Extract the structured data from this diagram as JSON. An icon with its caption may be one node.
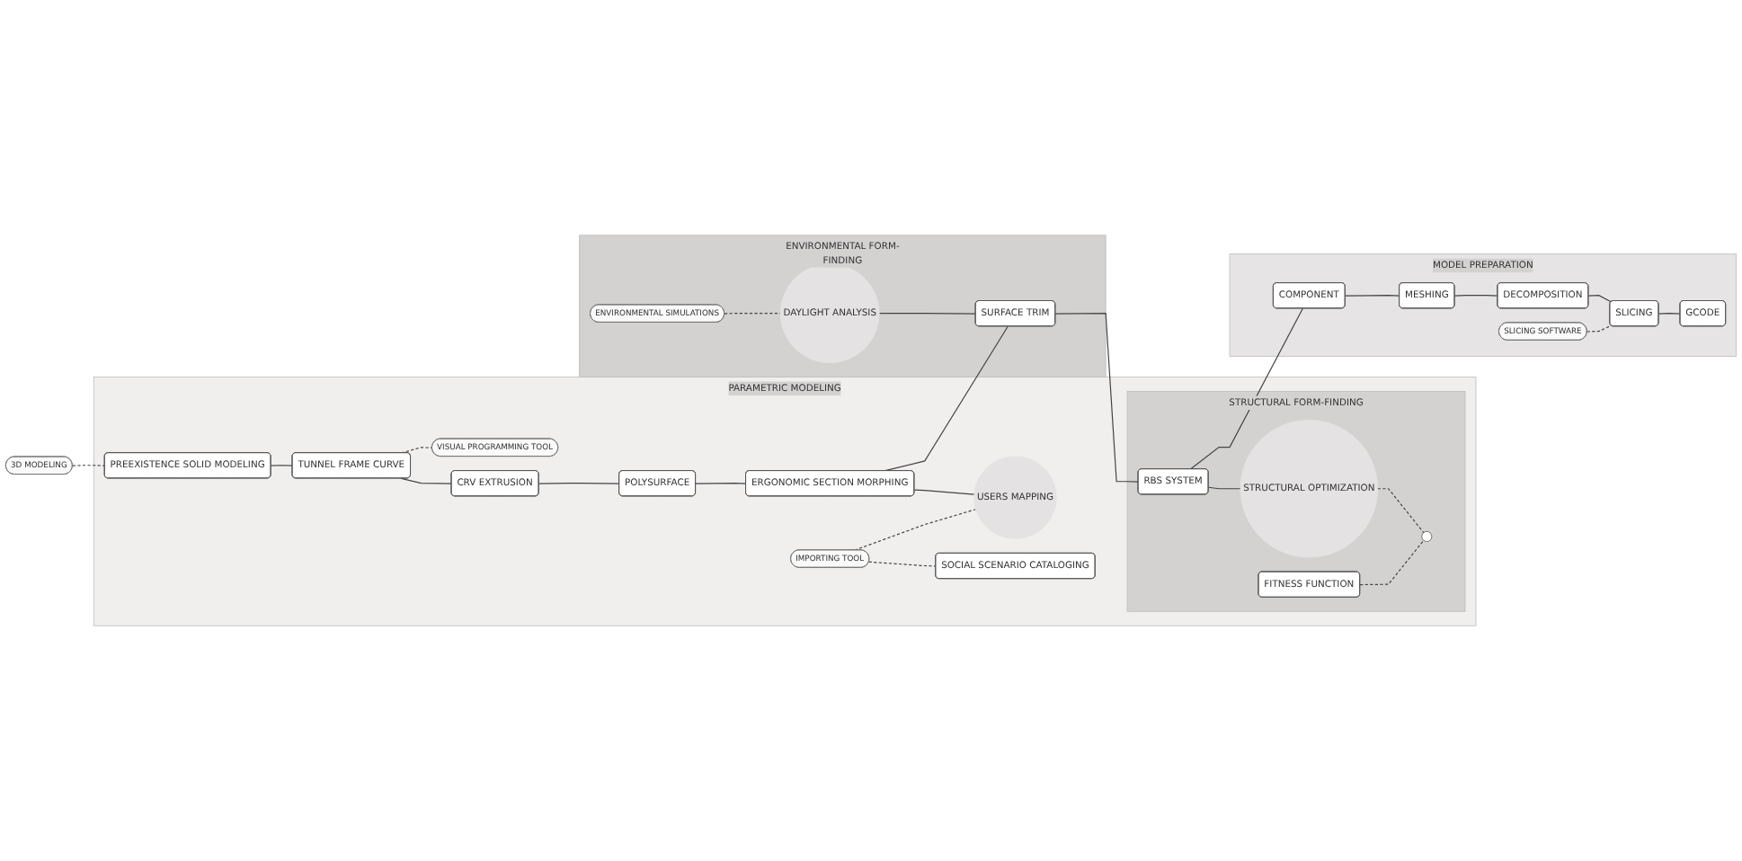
{
  "diagram": {
    "nodes": [
      {
        "text": [
          "PARAMETRIC MODELING"
        ]
      },
      {
        "text": [
          "3D MODELING"
        ]
      },
      {
        "text": [
          "PREEXISTENCE SOLID MODELING"
        ],
        "in": 0
      },
      {
        "text": [
          "TUNNEL FRAME CURVE"
        ],
        "in": 0
      },
      {
        "text": [
          "VISUAL PROGRAMMING TOOL"
        ],
        "in": 0
      },
      {
        "text": [
          "CRV EXTRUSION"
        ],
        "in": 0
      },
      {
        "text": [
          "POLYSURFACE"
        ],
        "in": 0
      },
      {
        "text": [
          "ERGONOMIC SECTION MORPHING"
        ],
        "in": 0
      },
      {
        "text": [
          "USERS MAPPING"
        ],
        "in": 0
      },
      {
        "text": [
          "IMPORTING TOOL"
        ],
        "in": 0
      },
      {
        "text": [
          "SOCIAL SCENARIO CATALOGING"
        ],
        "in": 0
      },
      {
        "text": [
          "ENVIRONMENTAL FORM-FINDING"
        ]
      },
      {
        "text": [
          "ENVIRONMENTAL SIMULATIONS"
        ],
        "in": 11
      },
      {
        "text": [
          "DAYLIGHT ANALYSIS"
        ],
        "in": 11
      },
      {
        "text": [
          "SURFACE TRIM"
        ],
        "in": 11
      },
      {
        "text": [
          "STRUCTURAL FORM-FINDING"
        ],
        "in": 0
      },
      {
        "text": [
          "RBS SYSTEM"
        ],
        "in": 15
      },
      {
        "text": [
          "STRUCTURAL OPTIMIZATION"
        ],
        "in": 15
      },
      {
        "text": [],
        "shape": "circle",
        "in": 15
      },
      {
        "text": [
          "FITNESS FUNCTION"
        ],
        "in": 15
      },
      {
        "text": [
          "MODEL PREPARATION"
        ]
      },
      {
        "text": [
          "COMPONENT"
        ],
        "in": 20
      },
      {
        "text": [
          "MESHING"
        ],
        "in": 20
      },
      {
        "text": [
          "DECOMPOSITION"
        ],
        "in": 20
      },
      {
        "text": [
          "SLICING SOFTWARE"
        ],
        "in": 20
      },
      {
        "text": [
          "SLICING"
        ],
        "in": 20
      },
      {
        "text": [
          "GCODE"
        ],
        "in": 20
      }
    ],
    "edges": [
      {
        "from": 1,
        "to": 2,
        "arrow": "none",
        "style": "dashed"
      },
      {
        "from": 2,
        "to": 3,
        "arrow": "none"
      },
      {
        "from": 3,
        "to": 4,
        "arrow": "none",
        "style": "dashed"
      },
      {
        "from": 3,
        "to": 5,
        "arrow": "none"
      },
      {
        "from": 5,
        "to": 6,
        "arrow": "none"
      },
      {
        "from": 6,
        "to": 7,
        "arrow": "none"
      },
      {
        "from": 7,
        "to": 8,
        "arrow": "none"
      },
      {
        "from": 9,
        "to": 8,
        "arrow": "none",
        "style": "dashed"
      },
      {
        "from": 9,
        "to": 10,
        "arrow": "none",
        "style": "dashed"
      },
      {
        "from": 7,
        "to": 14,
        "arrow": "none"
      },
      {
        "from": 12,
        "to": 13,
        "arrow": "none",
        "style": "dashed"
      },
      {
        "from": 13,
        "to": 14,
        "arrow": "none"
      },
      {
        "from": 14,
        "to": 16,
        "arrow": "none"
      },
      {
        "from": 16,
        "to": 17,
        "arrow": "none"
      },
      {
        "from": 17,
        "to": 18,
        "arrow": "none",
        "style": "dashed"
      },
      {
        "from": 19,
        "to": 18,
        "arrow": "none",
        "style": "dashed"
      },
      {
        "from": 16,
        "to": 21,
        "arrow": "none"
      },
      {
        "from": 21,
        "to": 22,
        "arrow": "none"
      },
      {
        "from": 22,
        "to": 23,
        "arrow": "none"
      },
      {
        "from": 23,
        "to": 25,
        "arrow": "none"
      },
      {
        "from": 24,
        "to": 25,
        "arrow": "none",
        "style": "dashed"
      },
      {
        "from": 25,
        "to": 26,
        "arrow": "none"
      }
    ]
  }
}
